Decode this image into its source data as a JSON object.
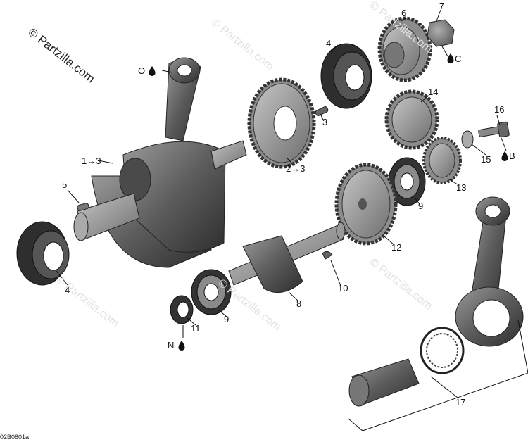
{
  "watermark": {
    "text": "© Partzilla.com",
    "faint_text": "© Partzilla.com"
  },
  "diagram_code": "02B0801a",
  "callouts": {
    "o_drop": "O",
    "c_drop": "C",
    "b_drop": "B",
    "n_drop": "N",
    "n1_3": "1",
    "n1_3b": "3",
    "n2_3": "2",
    "n2_3b": "3",
    "p3": "3",
    "p4a": "4",
    "p4b": "4",
    "p5": "5",
    "p6": "6",
    "p7": "7",
    "p8": "8",
    "p9a": "9",
    "p9b": "9",
    "p10": "10",
    "p11": "11",
    "p12": "12",
    "p13": "13",
    "p14": "14",
    "p15": "15",
    "p16": "16",
    "p17": "17"
  },
  "colors": {
    "metal_dark": "#3c3c3c",
    "metal_mid": "#6e6e6e",
    "metal_light": "#a9a9a9",
    "gear": "#8a8a8a",
    "line": "#111111"
  },
  "icons": {
    "arrow": "→",
    "drop": "oil-drop-icon"
  }
}
